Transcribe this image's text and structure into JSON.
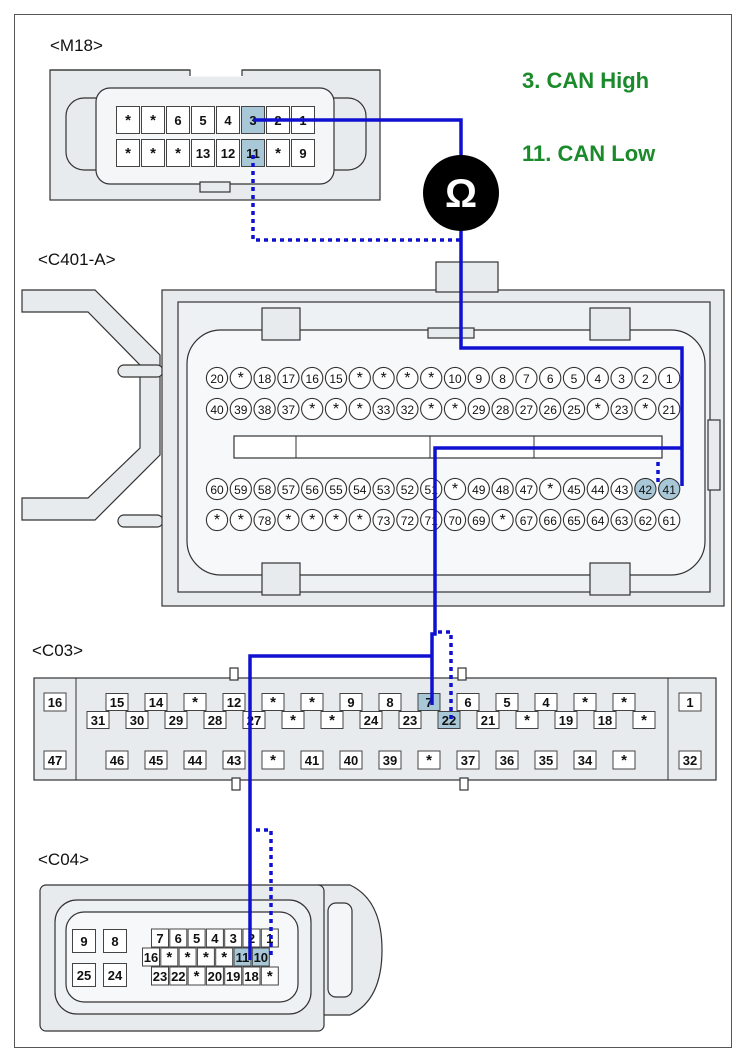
{
  "legend": {
    "can_high": "3. CAN High",
    "can_low": "11. CAN Low"
  },
  "meter_symbol": "Ω",
  "colors": {
    "wire": "#1010d0",
    "highlight": "#a8c8d8",
    "connector_fill": "#e8ebee",
    "connector_stroke": "#333333",
    "legend_green": "#1a8a2a",
    "meter": "#000000"
  },
  "connectors": {
    "m18": {
      "label": "<M18>",
      "rows": [
        [
          "*",
          "*",
          "6",
          "5",
          "4",
          "3",
          "2",
          "1"
        ],
        [
          "*",
          "*",
          "*",
          "13",
          "12",
          "11",
          "*",
          "9"
        ]
      ],
      "highlight": [
        "3",
        "11"
      ]
    },
    "c401a": {
      "label": "<C401-A>",
      "rows": [
        [
          "20",
          "*",
          "18",
          "17",
          "16",
          "15",
          "*",
          "*",
          "*",
          "*",
          "10",
          "9",
          "8",
          "7",
          "6",
          "5",
          "4",
          "3",
          "2",
          "1"
        ],
        [
          "40",
          "39",
          "38",
          "37",
          "*",
          "*",
          "*",
          "33",
          "32",
          "*",
          "*",
          "29",
          "28",
          "27",
          "26",
          "25",
          "*",
          "23",
          "*",
          "21"
        ],
        [
          "60",
          "59",
          "58",
          "57",
          "56",
          "55",
          "54",
          "53",
          "52",
          "51",
          "*",
          "49",
          "48",
          "47",
          "*",
          "45",
          "44",
          "43",
          "42",
          "41"
        ],
        [
          "*",
          "*",
          "78",
          "*",
          "*",
          "*",
          "*",
          "73",
          "72",
          "71",
          "70",
          "69",
          "*",
          "67",
          "66",
          "65",
          "64",
          "63",
          "62",
          "61"
        ]
      ],
      "highlight": [
        "42",
        "41"
      ]
    },
    "c03": {
      "label": "<C03>",
      "left": [
        "16",
        "47"
      ],
      "right": [
        "1",
        "32"
      ],
      "row_top": [
        "15",
        "14",
        "*",
        "12",
        "*",
        "*",
        "9",
        "8",
        "7",
        "6",
        "5",
        "4",
        "*",
        "*"
      ],
      "row_mid": [
        "31",
        "30",
        "29",
        "28",
        "27",
        "*",
        "*",
        "24",
        "23",
        "22",
        "21",
        "*",
        "19",
        "18",
        "*"
      ],
      "row_bot": [
        "46",
        "45",
        "44",
        "43",
        "*",
        "41",
        "40",
        "39",
        "*",
        "37",
        "36",
        "35",
        "34",
        "*"
      ],
      "highlight": [
        "7",
        "22"
      ]
    },
    "c04": {
      "label": "<C04>",
      "left_grid": [
        [
          "9",
          "8"
        ],
        [
          "25",
          "24"
        ]
      ],
      "row1": [
        "7",
        "6",
        "5",
        "4",
        "3",
        "2",
        "1"
      ],
      "row2": [
        "16",
        "*",
        "*",
        "*",
        "*",
        "11",
        "10"
      ],
      "row3": [
        "23",
        "22",
        "*",
        "20",
        "19",
        "18",
        "*"
      ],
      "highlight": [
        "11",
        "10"
      ]
    }
  }
}
